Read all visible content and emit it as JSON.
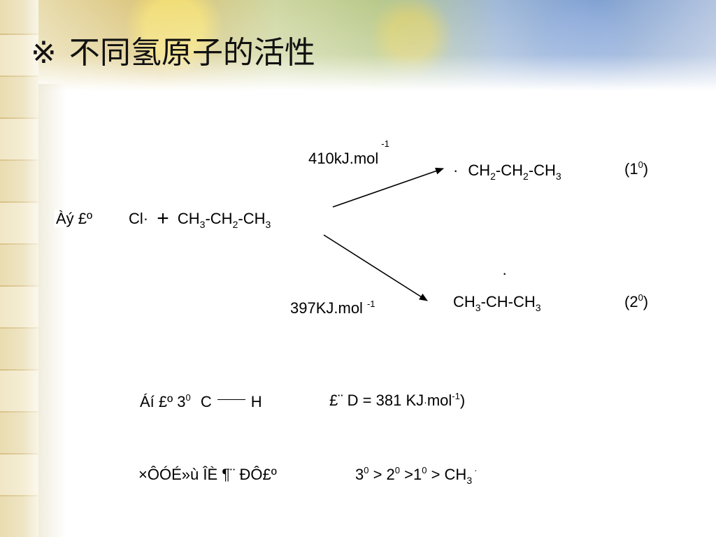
{
  "title": {
    "mark": "※",
    "text": "不同氢原子的活性"
  },
  "example_label": "Àý £º",
  "reactant": {
    "radical": "Cl·",
    "plus": "+",
    "molecule": [
      "CH",
      "3",
      "-CH",
      "2",
      "-CH",
      "3"
    ]
  },
  "upper": {
    "energy": "410kJ.mol",
    "energy_exp": "-1",
    "dot": "·",
    "product": [
      "CH",
      "2",
      "-CH",
      "2",
      "-CH",
      "3"
    ],
    "type_open": "(1",
    "type_exp": "0",
    "type_close": ")"
  },
  "lower": {
    "energy": "397KJ.mol",
    "energy_exp": "-1",
    "dot": "·",
    "product": [
      "CH",
      "3",
      "-CH-CH",
      "3"
    ],
    "type_open": "(2",
    "type_exp": "0",
    "type_close": ")"
  },
  "bond_line": {
    "prefix": "Áí £º 3",
    "prefix_exp": "0",
    "c": "C",
    "h": "H",
    "energy": "£¨ D = 381 KJ",
    "energy_dot": "·",
    "energy_unit": "mol",
    "energy_exp": "-1",
    "energy_close": ")"
  },
  "conclusion": {
    "label": "×ÔÓÉ»ù ÎÈ ¶¨ ÐÔ£º",
    "a": "3",
    "a_exp": "0",
    "gt1": " > 2",
    "b_exp": "0",
    "gt2": " >1",
    "c_exp": "0",
    "gt3": " > CH",
    "ch_sub": "3",
    "dot": "·"
  }
}
